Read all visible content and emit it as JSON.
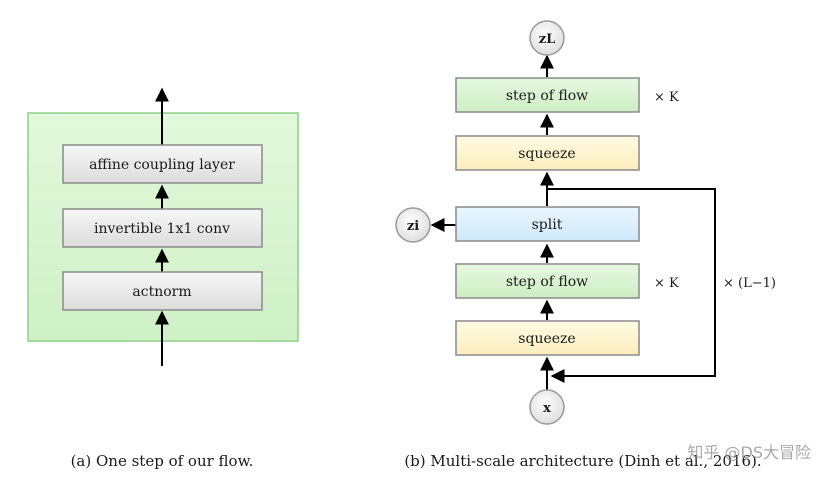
{
  "panel_a": {
    "boxes": [
      "affine coupling layer",
      "invertible 1x1 conv",
      "actnorm"
    ],
    "caption": "(a) One step of our flow."
  },
  "panel_b": {
    "nodes": {
      "z_l": "zL",
      "z_i": "zi",
      "x": "x"
    },
    "boxes": {
      "step_top": "step of flow",
      "squeeze_top": "squeeze",
      "split": "split",
      "step_bottom": "step of flow",
      "squeeze_bottom": "squeeze"
    },
    "multipliers": {
      "top": "× K",
      "bottom": "× K",
      "loop": "× (L−1)"
    },
    "caption": "(b) Multi-scale architecture (Dinh et al., 2016)."
  },
  "watermark": "知乎 @DS大冒险",
  "colors": {
    "green_fill": "#d8f5cf",
    "green_stroke": "#7db874",
    "yellow_fill": "#fdf3cb",
    "blue_fill": "#d9eefb",
    "gray_fill": "#e6e6e6"
  }
}
